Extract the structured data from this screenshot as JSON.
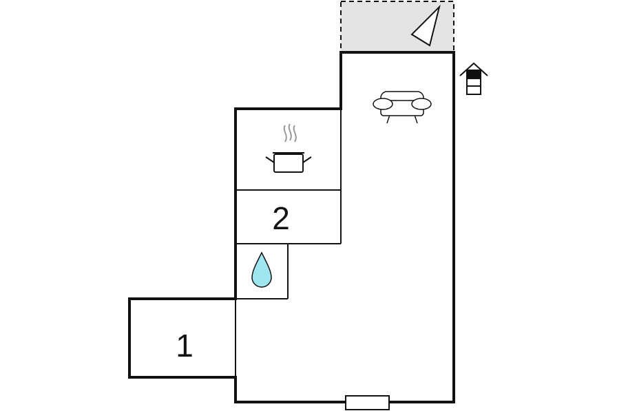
{
  "colors": {
    "wall": "#111111",
    "terrace_fill": "#e4e4e4",
    "water": "#9fe6ef",
    "background": "#ffffff"
  },
  "rooms": [
    {
      "id": "bedroom-1",
      "label": "1"
    },
    {
      "id": "bedroom-2",
      "label": "2"
    }
  ],
  "icons": [
    "sofa-icon",
    "cooking-pot-icon",
    "water-drop-icon",
    "sun-terrace-icon",
    "floor-level-icon",
    "door-icon"
  ]
}
